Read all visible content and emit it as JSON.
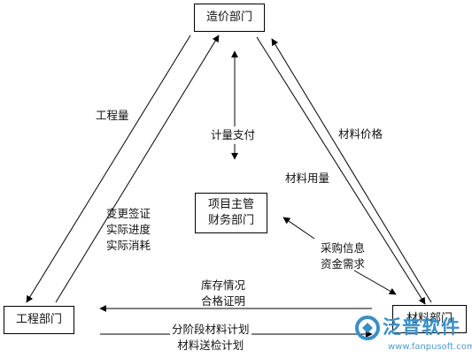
{
  "nodes": {
    "cost_dept": "造价部门",
    "project_mgmt_line1": "项目主管",
    "project_mgmt_line2": "财务部门",
    "engineering_dept": "工程部门",
    "materials_dept": "材料部门"
  },
  "edges": {
    "quantity": "工程量",
    "measurement_payment": "计量支付",
    "material_price": "材料价格",
    "material_usage": "材料用量",
    "eng_to_cost_line1": "变更签证",
    "eng_to_cost_line2": "实际进度",
    "eng_to_cost_line3": "实际消耗",
    "procurement_line1": "采购信息",
    "procurement_line2": "资金需求",
    "inventory_line1": "库存情况",
    "inventory_line2": "合格证明",
    "plan_line1": "分阶段材料计划",
    "plan_line2": "材料送检计划"
  },
  "watermark": {
    "brand": "泛普软件",
    "url": "www.fanpusoft.com"
  },
  "colors": {
    "line": "#000000",
    "watermark": "#3a8fc7"
  }
}
